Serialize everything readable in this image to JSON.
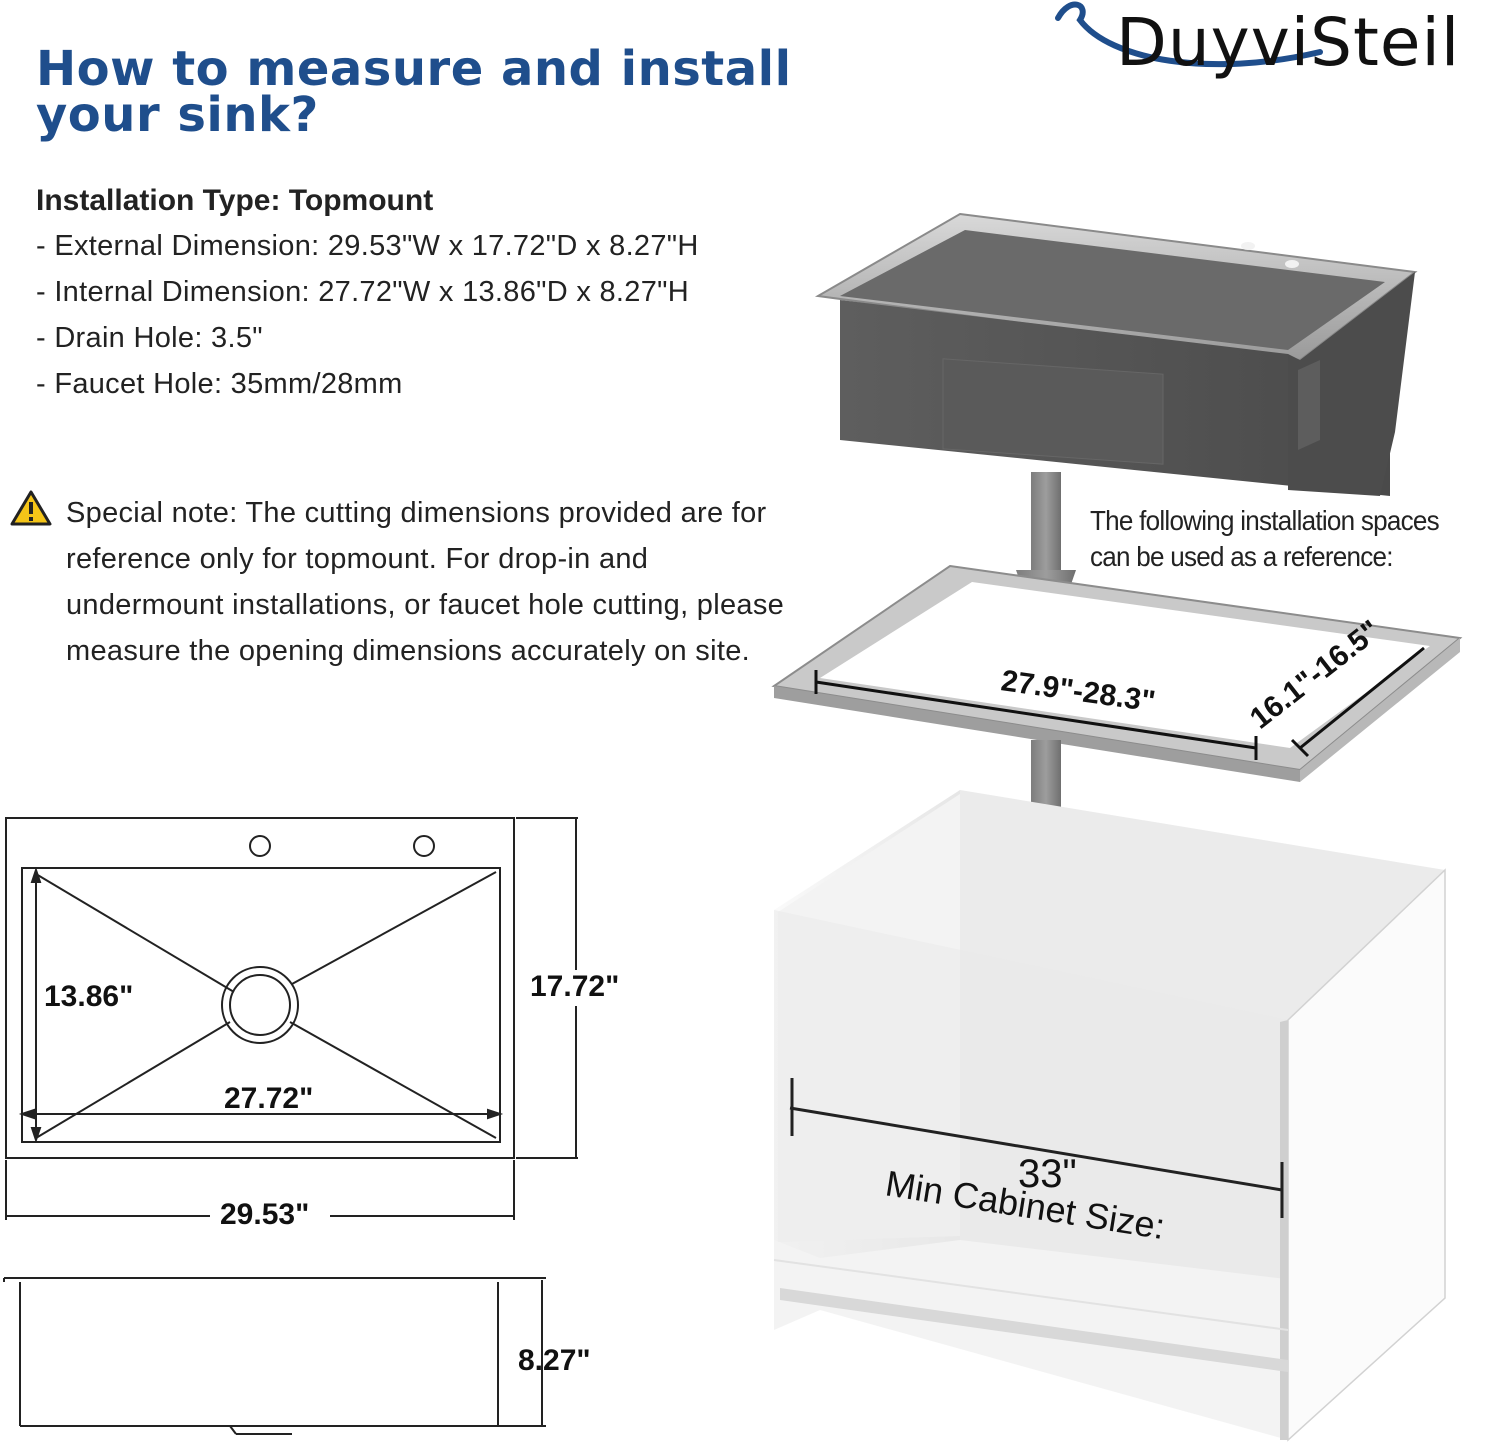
{
  "header": {
    "title": "How to measure and install your sink?"
  },
  "brand": {
    "name": "DuyviSteil"
  },
  "specs": {
    "title": "Installation Type: Topmount",
    "items": [
      "- External Dimension: 29.53\"W x 17.72\"D x 8.27\"H",
      "- Internal Dimension: 27.72\"W x 13.86\"D x 8.27\"H",
      "- Drain Hole: 3.5\"",
      "- Faucet Hole: 35mm/28mm"
    ]
  },
  "note": {
    "text": "Special note: The cutting dimensions provided are for reference only for topmount. For drop-in and undermount installations, or faucet hole cutting, please measure the opening dimensions accurately on site."
  },
  "reference_note": {
    "text": "The following installation spaces can be used as a reference:"
  },
  "cutout": {
    "width_label": "27.9\"-28.3\"",
    "depth_label": "16.1\"-16.5\""
  },
  "cabinet": {
    "size_label": "33\"",
    "caption": "Min Cabinet Size:"
  },
  "diagram": {
    "internal_depth": "13.86\"",
    "internal_width": "27.72\"",
    "external_depth": "17.72\"",
    "external_width": "29.53\"",
    "height": "8.27\""
  },
  "colors": {
    "headline": "#1f4e8c",
    "brand_swoosh": "#1f4e8c",
    "sink_body": "#5b5b5b",
    "arrow": "#8c8c8c"
  }
}
